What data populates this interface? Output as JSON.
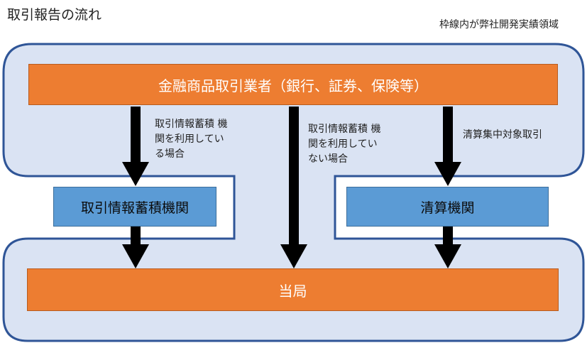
{
  "title": "取引報告の流れ",
  "note": "枠線内が弊社開発実績領域",
  "nodes": {
    "participants": "金融商品取引業者（銀行、証券、保険等）",
    "repository": "取引情報蓄積機関",
    "clearing": "清算機関",
    "authority": "当局"
  },
  "labels": {
    "via_repository": [
      "取引情報蓄積 機",
      "関を利用してい",
      "る場合"
    ],
    "direct": [
      "取引情報蓄積 機",
      "関を利用してい",
      "ない場合"
    ],
    "clearing_target": "清算集中対象取引"
  },
  "colors": {
    "frame_fill": "#dae3f3",
    "frame_stroke": "#2f5597",
    "orange": "#ed7d31",
    "blue": "#5b9bd5",
    "arrow": "#000000"
  }
}
